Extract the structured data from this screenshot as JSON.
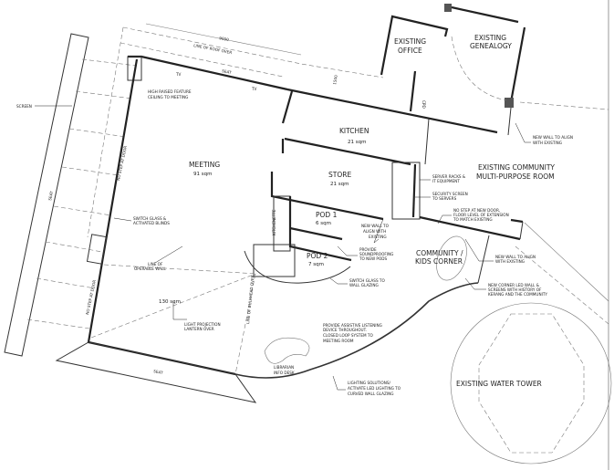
{
  "dimensions": {
    "roof_width": "9000",
    "setback": "1500"
  },
  "labels": {
    "line_of_roof_over": "LINE OF ROOF OVER",
    "seat_top": "SEAT",
    "seat_left": "SEAT",
    "seat_bottom": "SEAT",
    "tv_1": "TV",
    "tv_2": "TV",
    "screen": "SCREEN",
    "no_step_at_door_1": "NO STEP AT DOOR",
    "no_step_at_door_2": "NO STEP AT DOOR",
    "kitchenette": "KITCHENETTE",
    "line_of_bulkhead_over": "LINE OF BULKHEAD OVER",
    "cpd": "CPD"
  },
  "rooms": {
    "existing_office": [
      "EXISTING",
      "OFFICE"
    ],
    "existing_genealogy": [
      "EXISTING",
      "GENEALOGY"
    ],
    "kitchen": {
      "name": "KITCHEN",
      "area": "21 sqm"
    },
    "meeting": {
      "name": "MEETING",
      "area": "91 sqm"
    },
    "store": {
      "name": "STORE",
      "area": "21 sqm"
    },
    "pod_1": {
      "name": "POD 1",
      "area": "6 sqm"
    },
    "pod_2": {
      "name": "POD 2",
      "area": "7 sqm"
    },
    "existing_community": [
      "EXISTING COMMUNITY",
      "MULTI-PURPOSE ROOM"
    ],
    "community_kids_corner": [
      "COMMUNITY /",
      "KIDS CORNER"
    ],
    "open_area": "130 sqm",
    "existing_water_tower": "EXISTING WATER TOWER"
  },
  "notes": {
    "high_raised_ceiling": [
      "HIGH RAISED FEATURE",
      "CEILING TO MEETING"
    ],
    "new_wall_top_right": [
      "NEW WALL TO ALIGN",
      "WITH EXISTING"
    ],
    "server_racks": [
      "SERVER RACKS &",
      "IT EQUIPMENT"
    ],
    "security_screen": [
      "SECURITY SCREEN",
      "TO SERVERS"
    ],
    "switch_glass_blinds": [
      "SWITCH GLASS &",
      "ACTIVATED BLINDS"
    ],
    "no_step_new_door": [
      "NO STEP AT NEW DOOR,",
      "FLOOR LEVEL OF EXTENSION",
      "TO MATCH EXISTING"
    ],
    "new_wall_store": [
      "NEW WALL TO",
      "ALIGN WITH",
      "EXISTING"
    ],
    "soundproofing": [
      "PROVIDE",
      "SOUNDPROOFING",
      "TO NEW PODS"
    ],
    "new_wall_community": [
      "NEW WALL TO ALIGN",
      "WITH EXISTING"
    ],
    "operable_wall": [
      "LINE OF",
      "OPERABLE WALL"
    ],
    "switch_glass_glazing": [
      "SWITCH GLASS TO",
      "WALL GLAZING"
    ],
    "led_wall": [
      "NEW CORNER LED WALL &",
      "SCREENS WITH HISTORY OF",
      "KERANG AND THE COMMUNITY"
    ],
    "light_projection": [
      "LIGHT PROJECTION",
      "LANTERN OVER"
    ],
    "assistive_listening": [
      "PROVIDE ASSISTIVE LISTENING",
      "DEVICE THROUGHOUT.",
      "CLOSED LOOP SYSTEM TO",
      "MEETING ROOM"
    ],
    "librarian_desk": [
      "LIBRARIAN",
      "INFO DESK"
    ],
    "lighting_solutions": [
      "LIGHTING SOLUTIONS/",
      "ACTIVATE LED LIGHTING TO",
      "CURVED WALL GLAZING"
    ]
  }
}
